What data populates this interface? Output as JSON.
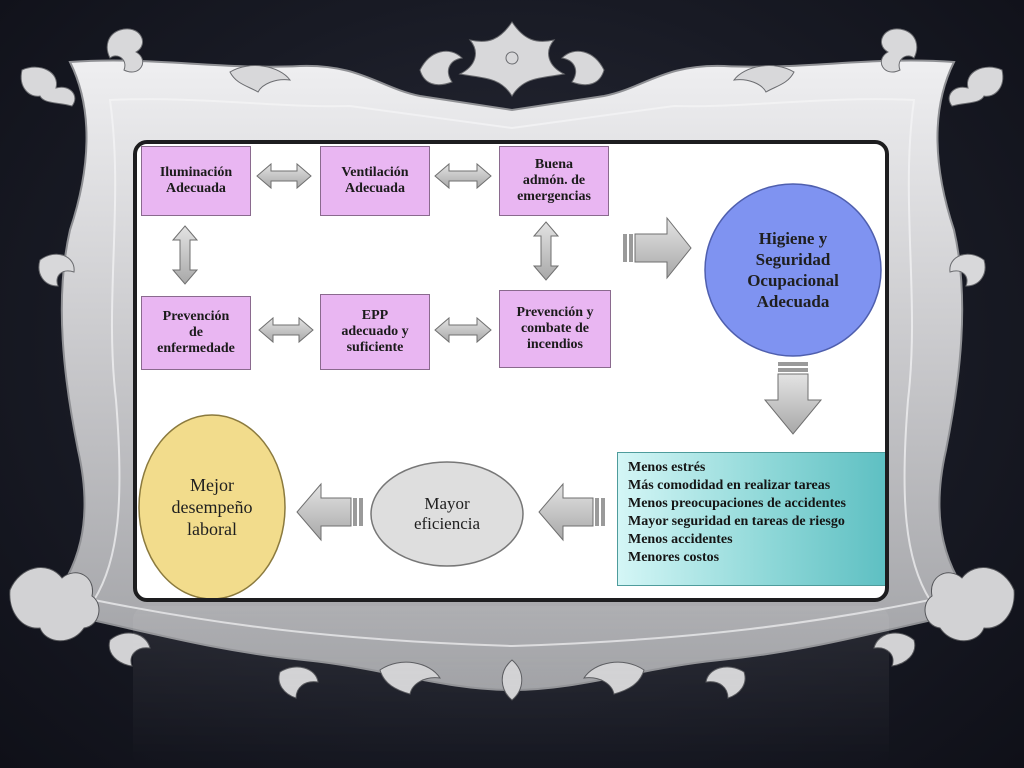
{
  "diagram": {
    "boxes": [
      {
        "id": "iluminacion",
        "lines": [
          "Iluminación",
          "Adecuada"
        ]
      },
      {
        "id": "ventilacion",
        "lines": [
          "Ventilación",
          "Adecuada"
        ]
      },
      {
        "id": "emergencias",
        "lines": [
          "Buena",
          "admón. de",
          "emergencias"
        ]
      },
      {
        "id": "enfermedades",
        "lines": [
          "Prevención",
          "de",
          "enfermedade"
        ]
      },
      {
        "id": "epp",
        "lines": [
          "EPP",
          "adecuado y",
          "suficiente"
        ]
      },
      {
        "id": "incendios",
        "lines": [
          "Prevención y",
          "combate de",
          "incendios"
        ]
      }
    ],
    "hub": {
      "lines": [
        "Higiene y",
        "Seguridad",
        "Ocupacional",
        "Adecuada"
      ]
    },
    "benefits": [
      "Menos estrés",
      "Más comodidad en realizar tareas",
      "Menos preocupaciones de accidentes",
      "Mayor seguridad en tareas de riesgo",
      "Menos accidentes",
      "Menores costos"
    ],
    "efficiency": {
      "lines": [
        "Mayor",
        "eficiencia"
      ]
    },
    "performance": {
      "lines": [
        "Mejor",
        "desempeño",
        "laboral"
      ]
    }
  },
  "colors": {
    "box_fill": "#e9b6f2",
    "hub_fill": "#7f93f1",
    "list_fill": "#8fd8d8",
    "efficiency_fill": "#dedede",
    "performance_fill": "#f2dc8c",
    "arrow_fill": "#c6c6c6",
    "frame": "#c9c9cb"
  }
}
